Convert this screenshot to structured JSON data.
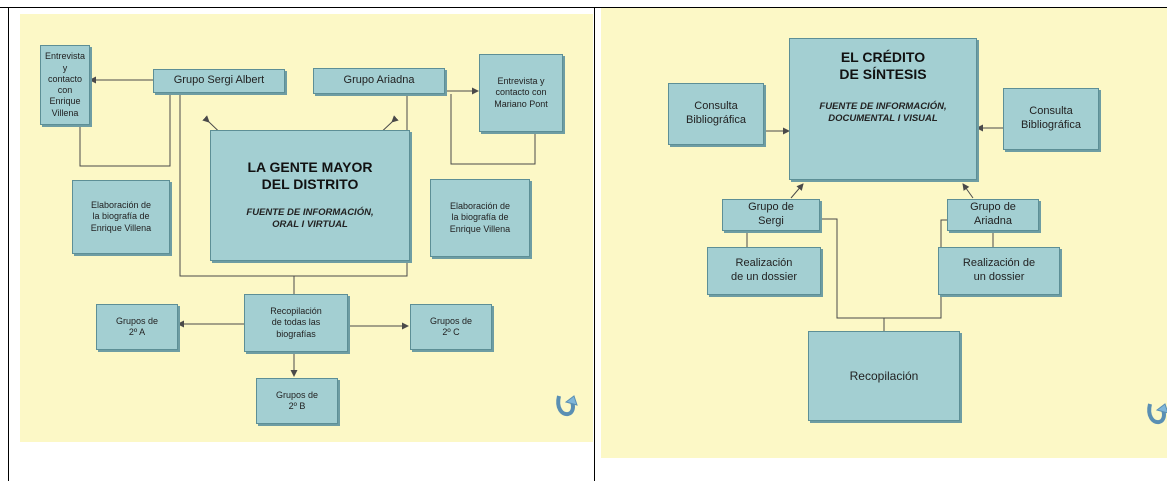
{
  "left": {
    "main": {
      "title": "LA GENTE MAYOR\nDEL DISTRITO",
      "subtitle": "FUENTE DE INFORMACIÓN,\nORAL  I VIRTUAL"
    },
    "grupo_sergi": "Grupo Sergi Albert",
    "grupo_ariadna": "Grupo Ariadna",
    "entrevista_enrique": "Entrevista y\ncontacto con\nEnrique\nVillena",
    "entrevista_mariano": "Entrevista  y\ncontacto con\nMariano Pont",
    "biografia_left": "Elaboración de\nla biografía de\nEnrique Villena",
    "biografia_right": "Elaboración de\nla biografía de\nEnrique Villena",
    "recopilacion": "Recopilación\nde todas las\nbiografías",
    "grupos_a": "Grupos de\n2º A",
    "grupos_b": "Grupos de\n2º B",
    "grupos_c": "Grupos de\n2º C",
    "icon": "return-arrow-icon"
  },
  "right": {
    "main": {
      "title": "EL CRÉDITO\nDE SÍNTESIS",
      "subtitle": "FUENTE DE INFORMACIÓN,\nDOCUMENTAL I VISUAL"
    },
    "consulta_left": "Consulta\nBibliográfica",
    "consulta_right": "Consulta\nBibliográfica",
    "grupo_sergi": "Grupo de\nSergi",
    "grupo_ariadna": "Grupo de\nAriadna",
    "dossier_left": "Realización\nde un dossier",
    "dossier_right": "Realización de\nun dossier",
    "recopilacion": "Recopilación",
    "icon": "return-arrow-icon"
  },
  "colors": {
    "background": "#fcf8c6",
    "box": "#a3cfd2",
    "border": "#5d8f96",
    "line": "#4a4a4a"
  }
}
